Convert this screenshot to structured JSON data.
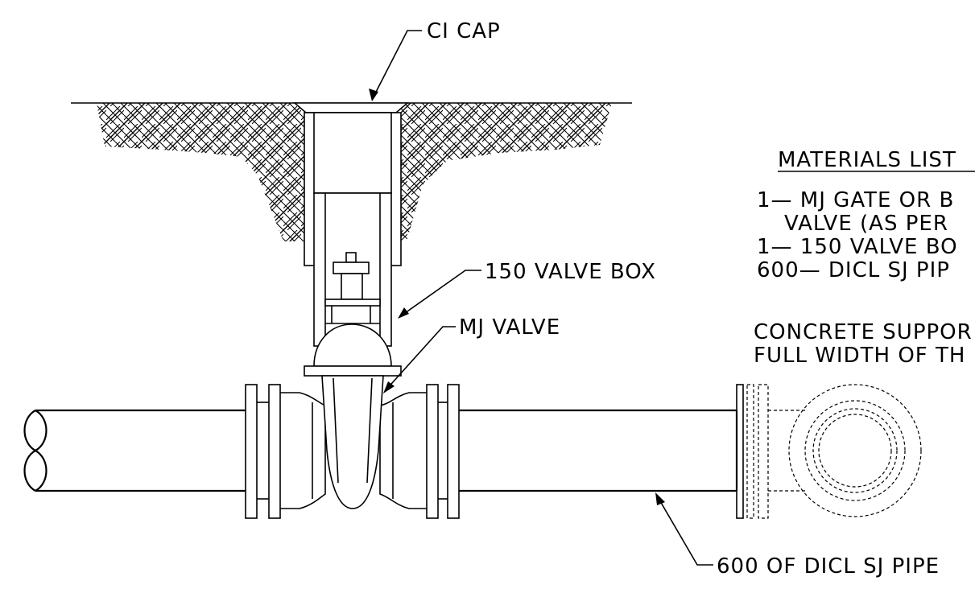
{
  "labels": {
    "ci_cap": "CI CAP",
    "valve_box": "150 VALVE BOX",
    "mj_valve": "MJ VALVE",
    "pipe": "600 OF DICL SJ PIPE"
  },
  "materials": {
    "title": "MATERIALS LIST",
    "lines": [
      "1— MJ GATE OR B",
      "VALVE (AS PER",
      "1— 150 VALVE BO",
      "600— DICL SJ PIP"
    ]
  },
  "note": {
    "lines": [
      "CONCRETE SUPPOR",
      "FULL WIDTH OF TH"
    ]
  }
}
